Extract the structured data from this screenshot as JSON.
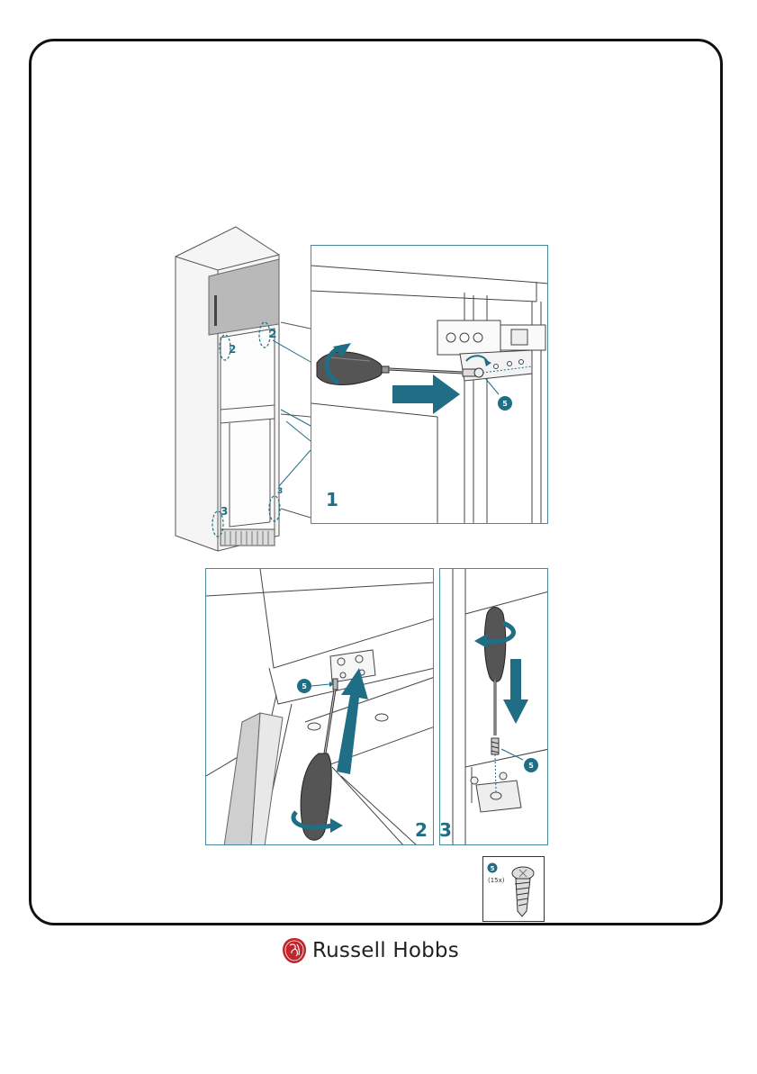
{
  "step_labels": {
    "step1": "1",
    "step2": "2",
    "step3": "3"
  },
  "overview_callouts": {
    "top_left": "2",
    "top_right": "2",
    "bottom_left": "3",
    "bottom_right": "3"
  },
  "part": {
    "number": "5",
    "quantity": "(15x)"
  },
  "brand": {
    "name": "Russell Hobbs"
  },
  "colors": {
    "accent": "#1f6e86",
    "panel_border": "#4a8a98",
    "frame": "#111111"
  }
}
